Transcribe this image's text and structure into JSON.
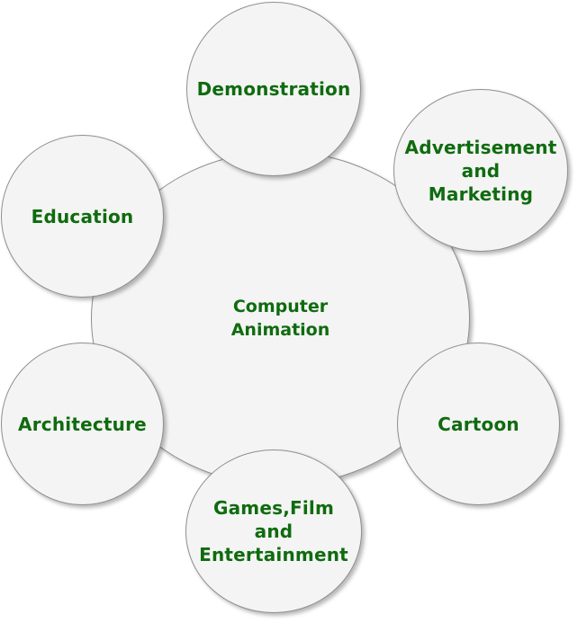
{
  "diagram": {
    "center": {
      "label": "Computer\nAnimation"
    },
    "nodes": [
      {
        "label": "Demonstration"
      },
      {
        "label": "Advertisement\nand\nMarketing"
      },
      {
        "label": "Education"
      },
      {
        "label": "Architecture"
      },
      {
        "label": "Cartoon"
      },
      {
        "label": "Games,Film\nand\nEntertainment"
      }
    ]
  },
  "colors": {
    "text": "#0f6b0f",
    "circle_fill": "#f4f4f4",
    "circle_border": "#8f8f8f"
  }
}
